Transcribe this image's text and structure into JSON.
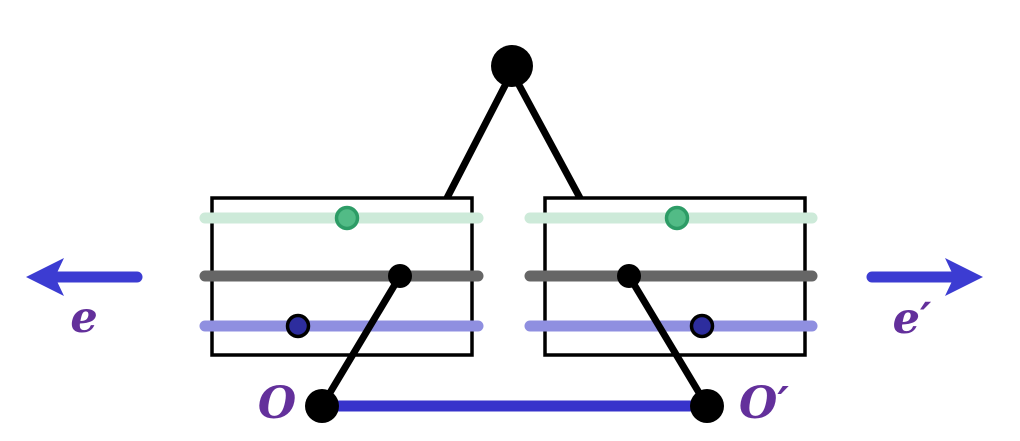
{
  "figure": {
    "labels": {
      "left_direction": "e",
      "right_direction": "e′",
      "left_origin": "O",
      "right_origin": "O′"
    },
    "colors": {
      "background": "#ffffff",
      "edge_black": "#000000",
      "box_border": "#000000",
      "box_fill": "#ffffff",
      "label_purple": "#63309b",
      "arrow_blue": "#3c3cd2",
      "base_segment_blue": "#3733cb",
      "mint_line": "#cdead9",
      "gray_line": "#666666",
      "lavender_line": "#8f8fe0",
      "green_dot_fill": "#52bb86",
      "green_dot_stroke": "#2d9c66",
      "navy_dot_fill": "#2d2d9e",
      "navy_dot_stroke": "#000000",
      "node_black": "#000000"
    }
  }
}
